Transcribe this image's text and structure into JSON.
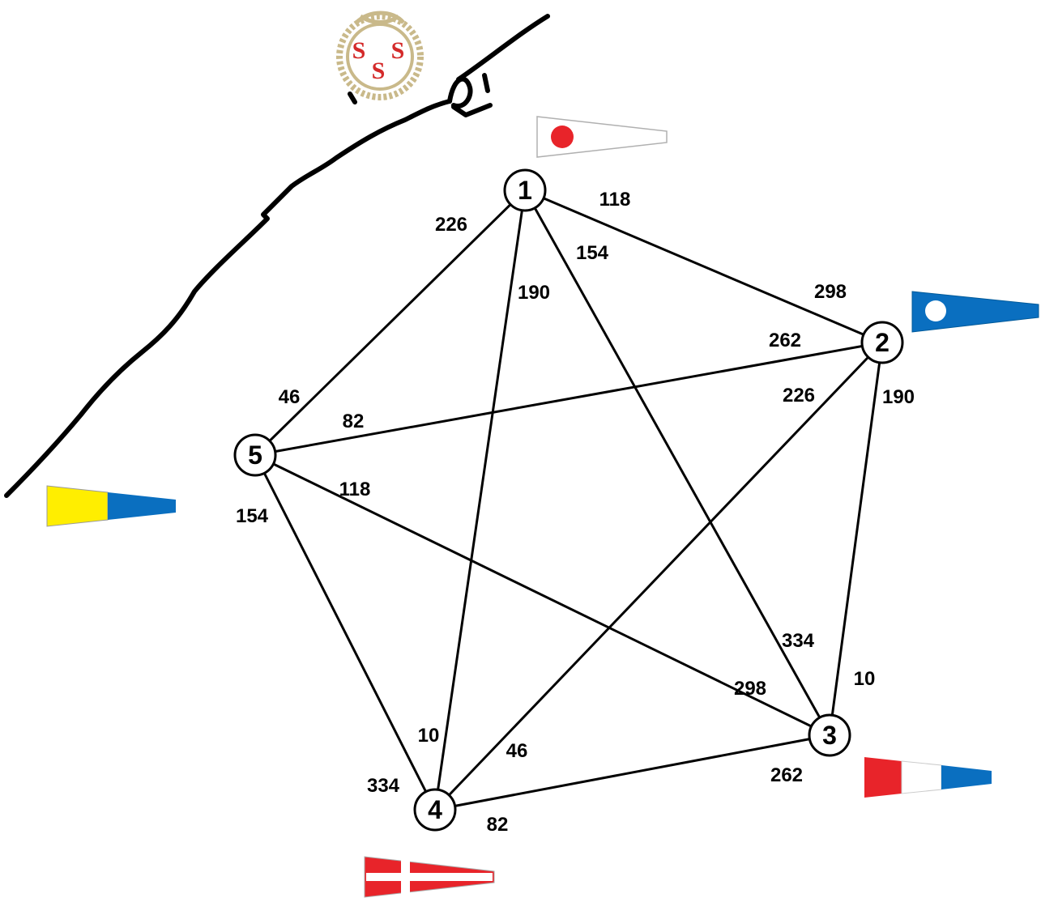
{
  "diagram": {
    "logo": {
      "letters": [
        "S",
        "S",
        "S"
      ],
      "text_color": "#d42a2a",
      "rope_color": "#c9b98a"
    },
    "colors": {
      "line": "#000000",
      "red": "#e8242a",
      "blue": "#0a6fc0",
      "yellow": "#ffee00",
      "white": "#ffffff"
    },
    "marks": [
      {
        "id": "1",
        "label": "1",
        "flag": "white pennant with red ball"
      },
      {
        "id": "2",
        "label": "2",
        "flag": "blue pennant with white ball"
      },
      {
        "id": "3",
        "label": "3",
        "flag": "red white blue pennant"
      },
      {
        "id": "4",
        "label": "4",
        "flag": "red pennant with white cross"
      },
      {
        "id": "5",
        "label": "5",
        "flag": "yellow blue pennant"
      }
    ],
    "legs": [
      {
        "from": "1",
        "to": "2",
        "bearing_from": "118",
        "bearing_to": "298"
      },
      {
        "from": "1",
        "to": "3",
        "bearing_from": "154",
        "bearing_to": "334"
      },
      {
        "from": "1",
        "to": "4",
        "bearing_from": "190",
        "bearing_to": "10"
      },
      {
        "from": "1",
        "to": "5",
        "bearing_from": "226",
        "bearing_to": "46"
      },
      {
        "from": "2",
        "to": "3",
        "bearing_from": "190",
        "bearing_to": "10"
      },
      {
        "from": "2",
        "to": "4",
        "bearing_from": "226",
        "bearing_to": "46"
      },
      {
        "from": "2",
        "to": "5",
        "bearing_from": "262",
        "bearing_to": "82"
      },
      {
        "from": "3",
        "to": "4",
        "bearing_from": "262",
        "bearing_to": "82"
      },
      {
        "from": "3",
        "to": "5",
        "bearing_from": "298",
        "bearing_to": "118"
      },
      {
        "from": "4",
        "to": "5",
        "bearing_from": "334",
        "bearing_to": "154"
      }
    ]
  }
}
